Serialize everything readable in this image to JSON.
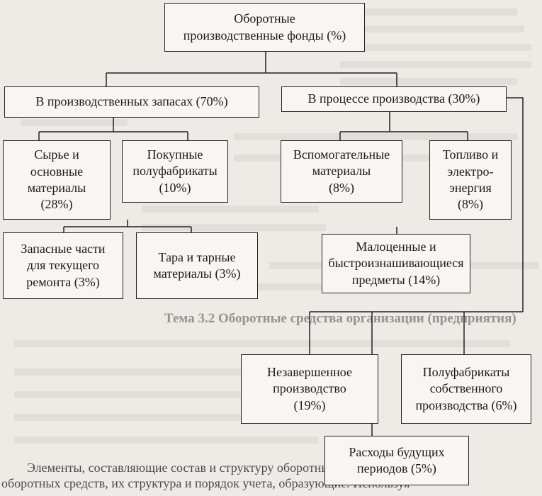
{
  "diagram": {
    "root": "Оборотные\nпроизводственные фонды (%)",
    "production_stocks": "В производственных запасах (70%)",
    "in_production": "В процессе производства (30%)",
    "raw_materials": "Сырье и\nосновные\nматериалы\n(28%)",
    "purchased_semi": "Покупные\nполуфабрикаты\n(10%)",
    "auxiliary": "Вспомогательные\nматериалы\n(8%)",
    "fuel_energy": "Топливо и\nэлектро-\nэнергия\n(8%)",
    "spare_parts": "Запасные части\nдля текущего\nремонта (3%)",
    "containers": "Тара и тарные\nматериалы (3%)",
    "low_value": "Малоценные и\nбыстроизнашивающиеся\nпредметы (14%)",
    "wip": "Незавершенное\nпроизводство\n(19%)",
    "own_semi": "Полуфабрикаты\nсобственного\nпроизводства (6%)",
    "deferred": "Расходы будущих\nпериодов (5%)"
  },
  "background_text": {
    "heading": "Тема 3.2 Оборотные средства организации (предприятия)",
    "footer_line_1": "Элементы, составляющие состав и структуру оборотных средств. Элементы",
    "footer_line_2": "оборотных средств, их структура и порядок учета, образующие. Используя"
  }
}
